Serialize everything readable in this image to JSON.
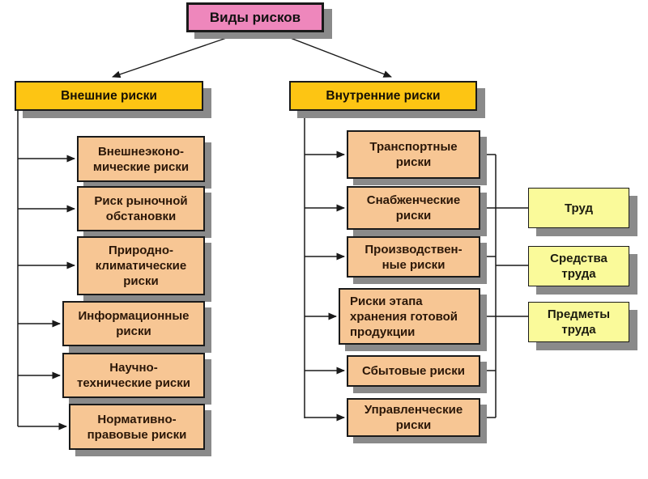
{
  "title": {
    "label": "Виды рисков"
  },
  "external": {
    "header": "Внешние риски",
    "items": [
      {
        "label": "Внешнеэконо-\nмические риски"
      },
      {
        "label": "Риск рыночной\nобстановки"
      },
      {
        "label": "Природно-\nклиматические\nриски"
      },
      {
        "label": "Информационные\nриски"
      },
      {
        "label": "Научно-\nтехнические риски"
      },
      {
        "label": "Нормативно-\nправовые риски"
      }
    ]
  },
  "internal": {
    "header": "Внутренние риски",
    "items": [
      {
        "label": "Транспортные\nриски"
      },
      {
        "label": "Снабженческие\nриски"
      },
      {
        "label": "Производствен-\nные риски"
      },
      {
        "label": "Риски этапа\nхранения готовой\nпродукции"
      },
      {
        "label": "Сбытовые риски"
      },
      {
        "label": "Управленческие\nриски"
      }
    ]
  },
  "factors": {
    "items": [
      {
        "label": "Труд"
      },
      {
        "label": "Средства\nтруда"
      },
      {
        "label": "Предметы\nтруда"
      }
    ]
  },
  "colors": {
    "root_fill": "#ee87bc",
    "header_fill": "#fdc513",
    "item_fill": "#f7c694",
    "factor_fill": "#fafa9a",
    "shadow": "#8a8a8a",
    "line": "#1a1a1a"
  }
}
